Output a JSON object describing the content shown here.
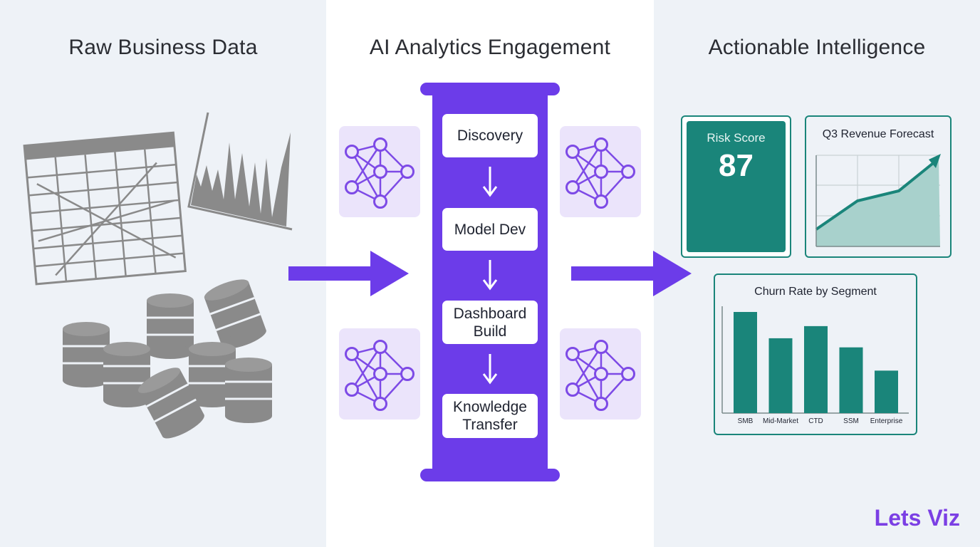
{
  "columns": {
    "left_title": "Raw Business Data",
    "middle_title": "AI Analytics Engagement",
    "right_title": "Actionable Intelligence"
  },
  "pipeline": {
    "stages": [
      "Discovery",
      "Model Dev",
      "Dashboard Build",
      "Knowledge Transfer"
    ]
  },
  "risk_card": {
    "label": "Risk Score",
    "value": "87"
  },
  "forecast_card": {
    "title": "Q3 Revenue Forecast"
  },
  "chart_data": {
    "type": "bar",
    "title": "Churn Rate by Segment",
    "categories": [
      "SMB",
      "Mid-Market",
      "CTD",
      "SSM",
      "Enterprise"
    ],
    "values": [
      100,
      74,
      86,
      65,
      42
    ],
    "ylim": [
      0,
      100
    ]
  },
  "brand": "Lets Viz",
  "colors": {
    "purple": "#6c3ce9",
    "teal": "#1a857a",
    "gray": "#8a8a8a"
  }
}
